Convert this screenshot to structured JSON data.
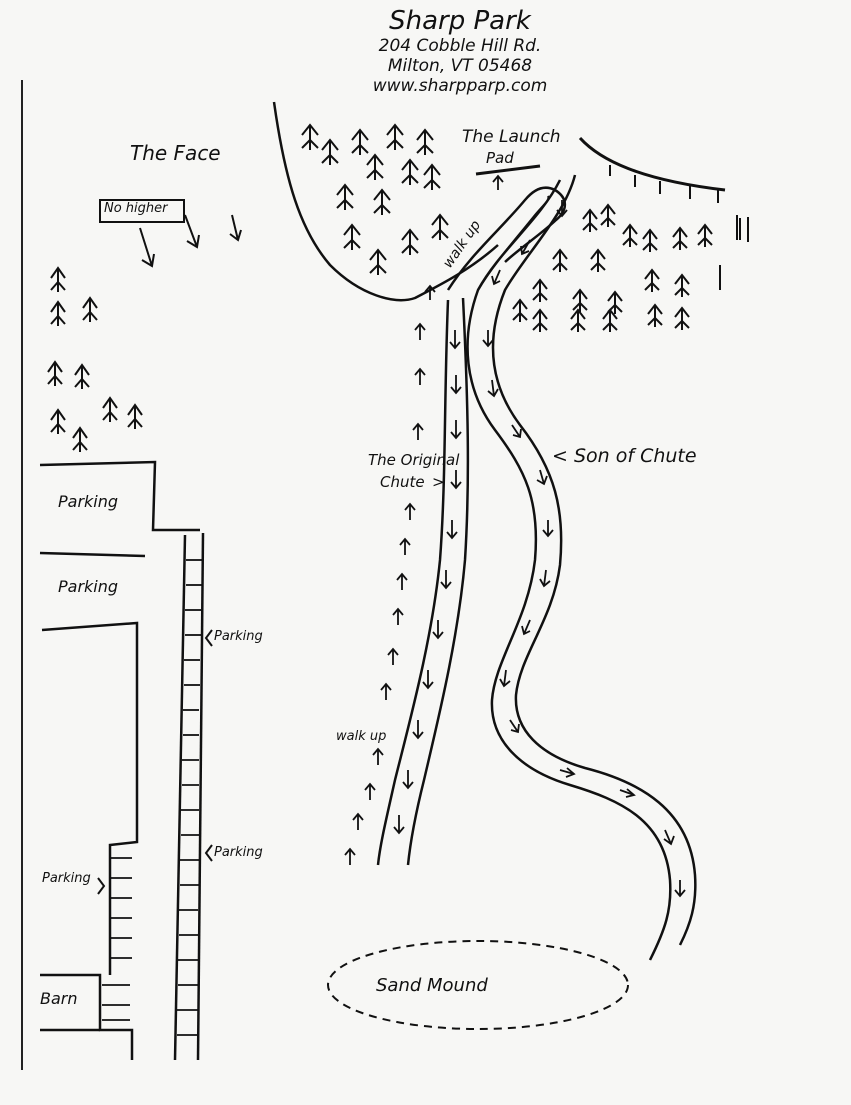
{
  "header": {
    "title": "Sharp Park",
    "address": "204 Cobble Hill Rd.",
    "city": "Milton, VT 05468",
    "website": "www.sharpparp.com"
  },
  "labels": {
    "the_face": "The Face",
    "no_higher": "No higher",
    "launch_pad_line1": "The Launch",
    "launch_pad_line2": "Pad",
    "walk_up_top": "walk up",
    "original_chute_line1": "The Original",
    "original_chute_line2": "Chute",
    "original_chute_pointer": ">",
    "son_of_chute": "< Son of Chute",
    "walk_up_bottom": "walk up",
    "parking_1": "Parking",
    "parking_2": "Parking",
    "parking_right_top": "Parking",
    "parking_right_bottom": "Parking",
    "parking_left": "Parking",
    "barn": "Barn",
    "sand_mound": "Sand Mound"
  },
  "colors": {
    "ink": "#111111",
    "paper": "#f7f7f5"
  }
}
